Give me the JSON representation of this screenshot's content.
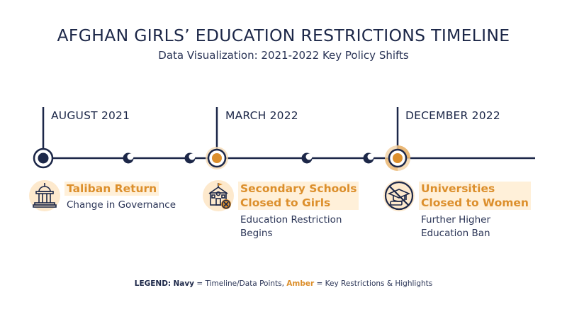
{
  "title": "AFGHAN GIRLS’ EDUCATION RESTRICTIONS TIMELINE",
  "subtitle": "Data Visualization: 2021-2022 Key Policy Shifts",
  "events": [
    {
      "date": "AUGUST 2021",
      "title": "Taliban Return",
      "description": "Change in Governance",
      "icon": "government-building-icon"
    },
    {
      "date": "MARCH 2022",
      "title": "Secondary Schools\nClosed to Girls",
      "description": "Education Restriction\nBegins",
      "icon": "school-closed-icon"
    },
    {
      "date": "DECEMBER 2022",
      "title": "Universities\nClosed to Women",
      "description": "Further Higher\nEducation Ban",
      "icon": "graduation-banned-icon"
    }
  ],
  "legend": {
    "label": "LEGEND:",
    "navy_label": "Navy",
    "navy_text": " = Timeline/Data Points, ",
    "amber_label": "Amber",
    "amber_text": " = Key Restrictions & Highlights"
  },
  "colors": {
    "navy": "#1c2748",
    "amber": "#dc8f2c",
    "amber_light": "#fff0d9"
  }
}
